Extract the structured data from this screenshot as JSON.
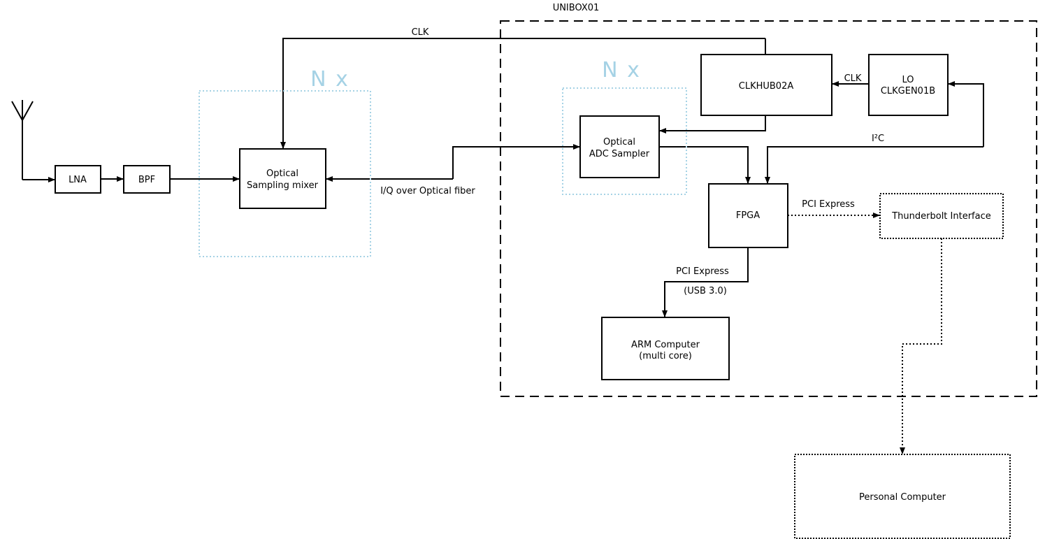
{
  "title": "UNIBOX01",
  "colors": {
    "accent_blue": "#a5d2e5",
    "line": "#000000",
    "background": "#ffffff"
  },
  "edge_labels": {
    "clk_top": "CLK",
    "clk_hub": "CLK",
    "i2c": "I²C",
    "fiber": "I/Q over Optical fiber",
    "pci_thunderbolt": "PCI Express",
    "pci_arm": "PCI Express",
    "usb": "(USB 3.0)",
    "n_x_remote": "N x",
    "n_x_local": "N x"
  },
  "nodes": {
    "lna": {
      "label": "LNA"
    },
    "bpf": {
      "label": "BPF"
    },
    "mixer": {
      "lines": [
        "Optical",
        "Sampling mixer"
      ]
    },
    "adc": {
      "lines": [
        "Optical",
        "ADC Sampler"
      ]
    },
    "clkhub": {
      "label": "CLKHUB02A"
    },
    "lo": {
      "lines": [
        "LO",
        "CLKGEN01B"
      ]
    },
    "fpga": {
      "label": "FPGA"
    },
    "thunderbolt": {
      "label": "Thunderbolt Interface"
    },
    "arm": {
      "lines": [
        "ARM Computer",
        "(multi core)"
      ]
    },
    "pc": {
      "label": "Personal Computer"
    }
  }
}
